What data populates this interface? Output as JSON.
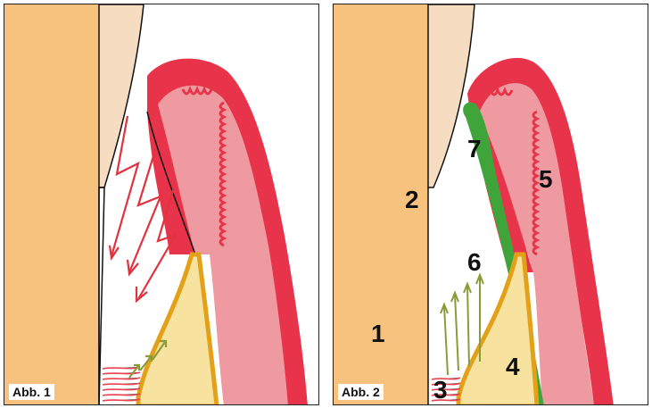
{
  "panel_1": {
    "caption": "Abb. 1"
  },
  "panel_2": {
    "caption": "Abb. 2",
    "labels": [
      "1",
      "2",
      "3",
      "4",
      "5",
      "6",
      "7"
    ]
  },
  "colors": {
    "tooth_root": "#f7c27e",
    "enamel": "#f6dcc0",
    "gingiva_light": "#ee9aa0",
    "gingiva_dark": "#e8344a",
    "bone_outline": "#e3a019",
    "bone_fill": "#f8e2a0",
    "ligament": "#e9424f",
    "arrow_red": "#e0323f",
    "arrow_olive": "#8a9b3a",
    "epithelium_green": "#3fa53a"
  }
}
